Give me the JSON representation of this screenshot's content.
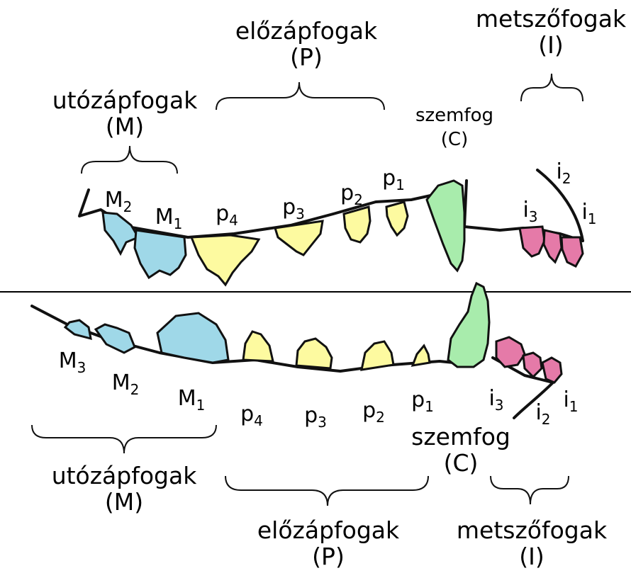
{
  "colors": {
    "molar": "#9fd8e8",
    "premolar": "#fdfaa0",
    "canine": "#a8ecac",
    "incisor": "#e57aa8",
    "outline": "#111111"
  },
  "upper": {
    "groups": {
      "molars": {
        "name": "utózápfogak",
        "abbr": "(M)"
      },
      "premolars": {
        "name": "előzápfogak",
        "abbr": "(P)"
      },
      "canine": {
        "name": "szemfog",
        "abbr": "(C)"
      },
      "incisors": {
        "name": "metszőfogak",
        "abbr": "(I)"
      }
    },
    "teeth": {
      "M2": {
        "letter": "M",
        "num": "2"
      },
      "M1": {
        "letter": "M",
        "num": "1"
      },
      "p4": {
        "letter": "p",
        "num": "4"
      },
      "p3": {
        "letter": "p",
        "num": "3"
      },
      "p2": {
        "letter": "p",
        "num": "2"
      },
      "p1": {
        "letter": "p",
        "num": "1"
      },
      "i3": {
        "letter": "i",
        "num": "3"
      },
      "i2": {
        "letter": "i",
        "num": "2"
      },
      "i1": {
        "letter": "i",
        "num": "1"
      }
    }
  },
  "lower": {
    "groups": {
      "molars": {
        "name": "utózápfogak",
        "abbr": "(M)"
      },
      "premolars": {
        "name": "előzápfogak",
        "abbr": "(P)"
      },
      "canine": {
        "name": "szemfog",
        "abbr": "(C)"
      },
      "incisors": {
        "name": "metszőfogak",
        "abbr": "(I)"
      }
    },
    "teeth": {
      "M3": {
        "letter": "M",
        "num": "3"
      },
      "M2": {
        "letter": "M",
        "num": "2"
      },
      "M1": {
        "letter": "M",
        "num": "1"
      },
      "p4": {
        "letter": "p",
        "num": "4"
      },
      "p3": {
        "letter": "p",
        "num": "3"
      },
      "p2": {
        "letter": "p",
        "num": "2"
      },
      "p1": {
        "letter": "p",
        "num": "1"
      },
      "i3": {
        "letter": "i",
        "num": "3"
      },
      "i2": {
        "letter": "i",
        "num": "2"
      },
      "i1": {
        "letter": "i",
        "num": "1"
      }
    }
  }
}
